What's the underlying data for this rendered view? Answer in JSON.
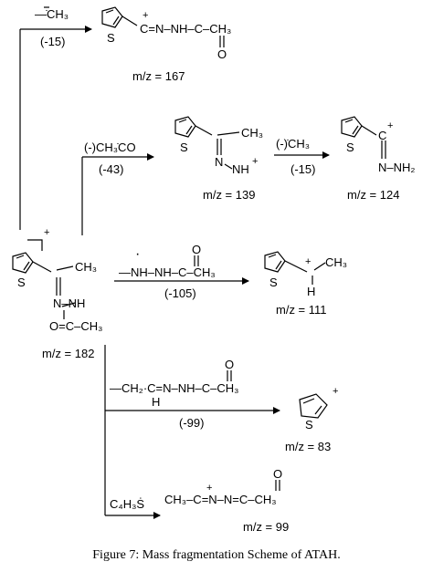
{
  "losses": {
    "l1_radical": "—̇CH₃",
    "l1_value": "(-15)",
    "l2_radical": "(-)CH₃̇CO",
    "l2_value": "(-43)",
    "l3_radical": "(-)̇CH₃",
    "l3_value": "(-15)",
    "l4_radical": "—NH–NH–C–CH₃",
    "l4_dot": "·",
    "l4_o": "O",
    "l4_value": "(-105)",
    "l5_radical": "—CH₂·C=N–NH–C–CH₃",
    "l5_h": "H",
    "l5_o": "O",
    "l5_value": "(-99)",
    "l6_radical": "C₄H₃Ṡ"
  },
  "fragments": {
    "f167_chain": "C=N–NH–C–CH₃",
    "f167_o": "O",
    "f167_plus": "+",
    "f167_s": "S",
    "f167_mz": "m/z = 167",
    "f139_ch3": "CH₃",
    "f139_n": "N",
    "f139_nh": "NH",
    "f139_plus": "+",
    "f139_s": "S",
    "f139_mz": "m/z = 139",
    "f124_c": "C",
    "f124_plus": "+",
    "f124_nh2": "N–NH₂",
    "f124_s": "S",
    "f124_mz": "m/z = 124",
    "f111_ch3": "CH₃",
    "f111_h": "H",
    "f111_plus": "+",
    "f111_s": "S",
    "f111_mz": "m/z = 111",
    "f83_s": "S",
    "f83_plus": "+",
    "f83_mz": "m/z = 83",
    "f99_chain": "CH₃–C=N–N=C–CH₃",
    "f99_o": "O",
    "f99_plus": "+",
    "f99_mz": "m/z = 99"
  },
  "parent": {
    "s": "S",
    "ch3": "CH₃",
    "nn": "N–NH",
    "oc": "O=C–CH₃",
    "plus": "+",
    "mz": "m/z = 182"
  },
  "caption": "Figure 7: Mass fragmentation Scheme of ATAH."
}
